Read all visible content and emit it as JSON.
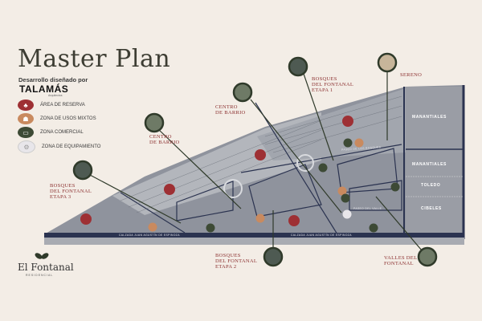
{
  "header": {
    "title": "Master Plan",
    "byline": "Desarrollo diseñado por",
    "brand": "TALAMÁS",
    "brand_sub": "Arquitectos"
  },
  "legend": [
    {
      "label": "ÁREA DE RESERVA",
      "icon": "reserve-icon",
      "color": "#9e3034"
    },
    {
      "label": "ZONA DE USOS MIXTOS",
      "icon": "mixed-use-icon",
      "color": "#c98a5f"
    },
    {
      "label": "ZONA COMERCIAL",
      "icon": "commercial-icon",
      "color": "#3d4a35"
    },
    {
      "label": "ZONA DE EQUIPAMIENTO",
      "icon": "equipment-icon",
      "color": "#e8e6ea"
    }
  ],
  "callouts": {
    "centro_barrio_1": "CENTRO\nDE BARRIO",
    "centro_barrio_2": "CENTRO\nDE BARRIO",
    "bosques_1": "BOSQUES\nDEL FONTANAL\nETAPA 1",
    "sereno": "SERENO",
    "bosques_3": "BOSQUES\nDEL FONTANAL\nETAPA 3",
    "bosques_2": "BOSQUES\nDEL FONTANAL\nETAPA 2",
    "valles": "VALLES DEL\nFONTANAL"
  },
  "zones": [
    "MANANTIALES",
    "MANANTIALES",
    "TOLEDO",
    "CIBELES"
  ],
  "roads": {
    "calzada_1": "CALZADA JUAN AGUSTÍN DE ESPINOZA",
    "calzada_2": "CALZADA JUAN AGUSTÍN DE ESPINOZA",
    "paseo": "PASEO DE LOS BOSQUES",
    "paseo_valle": "PASEO DEL VALLE"
  },
  "logo": {
    "name": "El Fontanal",
    "sub": "RESIDENCIAL"
  }
}
